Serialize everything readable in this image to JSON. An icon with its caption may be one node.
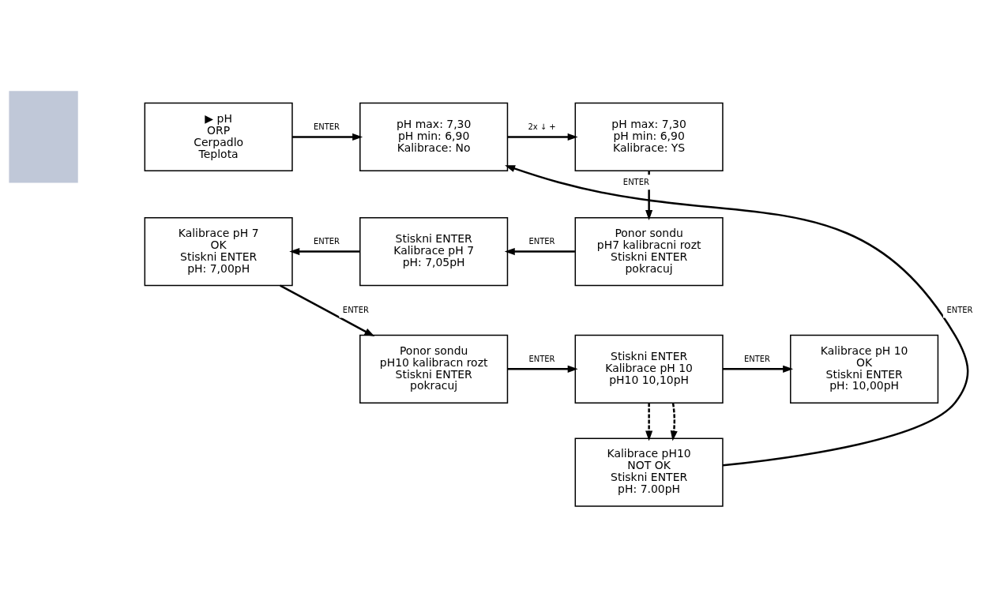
{
  "diagram": {
    "nodes": [
      {
        "text": [],
        "shape": "box"
      },
      {
        "text": [
          "▶ pH",
          "ORP",
          "Cerpadlo",
          "Teplota"
        ]
      },
      {
        "text": [
          "pH max: 7,30",
          "pH min: 6,90",
          "Kalibrace: No"
        ]
      },
      {
        "text": [
          "pH max: 7,30",
          "pH min: 6,90",
          "Kalibrace: YS"
        ]
      },
      {
        "text": [
          "Ponor sondu",
          "pH7 kalibracni rozt",
          "Stiskni ENTER",
          "pokracuj"
        ]
      },
      {
        "text": [
          "Stiskni ENTER",
          "Kalibrace pH 7",
          "pH: 7,05pH"
        ]
      },
      {
        "text": [
          "Kalibrace pH 7",
          "OK",
          "Stiskni ENTER",
          "pH: 7,00pH"
        ]
      },
      {
        "text": [
          "Ponor sondu",
          "pH10 kalibracn rozt",
          "Stiskni ENTER",
          "pokracuj"
        ]
      },
      {
        "text": [
          "Stiskni ENTER",
          "Kalibrace pH 10",
          "pH10 10,10pH"
        ]
      },
      {
        "text": [
          "Kalibrace pH 10",
          "OK",
          "Stiskni ENTER",
          "pH: 10,00pH"
        ]
      },
      {
        "text": [
          "Kalibrace pH10",
          "NOT OK",
          "Stiskni ENTER",
          "pH: 7.00pH"
        ]
      }
    ],
    "edges": [
      {
        "from": 1,
        "to": 2,
        "arrow": "to",
        "label": "ENTER"
      },
      {
        "from": 2,
        "to": 3,
        "arrow": "to",
        "label": "2x ↓ +"
      },
      {
        "from": 3,
        "to": 4,
        "arrow": "to",
        "label": "ENTER"
      },
      {
        "from": 4,
        "to": 5,
        "arrow": "to",
        "label": "ENTER"
      },
      {
        "from": 5,
        "to": 6,
        "arrow": "to",
        "label": "ENTER"
      },
      {
        "from": 6,
        "to": 7,
        "arrow": "to",
        "label": "ENTER"
      },
      {
        "from": 7,
        "to": 8,
        "arrow": "to",
        "label": "ENTER"
      },
      {
        "from": 8,
        "to": 9,
        "arrow": "to",
        "label": "ENTER"
      },
      {
        "from": 8,
        "to": 10,
        "arrow": "to",
        "style": "dashed"
      },
      {
        "from": 8,
        "to": 10,
        "arrow": "to",
        "style": "dashed"
      },
      {
        "from": 10,
        "to": 2,
        "arrow": "to",
        "label": "ENTER"
      }
    ]
  }
}
